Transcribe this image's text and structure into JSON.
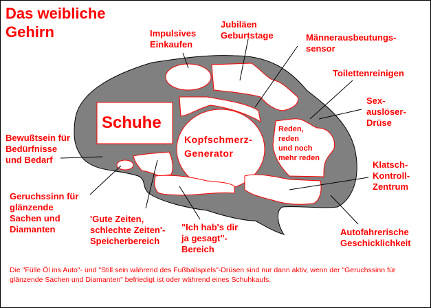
{
  "title": "Das weibliche\nGehirn",
  "regions": {
    "schuhe": "Schuhe",
    "kopfschmerz": "Kopfschmerz-\nGenerator",
    "reden": "Reden,\nreden\nund noch\nmehr reden"
  },
  "labels": {
    "impulsives_einkaufen": "Impulsives\nEinkaufen",
    "jubilaeen": "Jubiläen\nGeburtstage",
    "maennerausbeutung": "Männerausbeutungs-\nsensor",
    "toilettenreinigen": "Toilettenreinigen",
    "sexausloeser": "Sex-\nauslöser-\nDrüse",
    "bewusstsein": "Bewußtsein für\nBedürfnisse\nund Bedarf",
    "geruchssinn": "Geruchssinn für\nglänzende\nSachen und\nDiamanten",
    "gute_zeiten": "'Gute Zeiten,\nschlechte Zeiten'-\nSpeicherbereich",
    "ich_habs": "\"Ich hab's dir\nja gesagt\"-\nBereich",
    "klatsch": "Klatsch-\nKontroll-\nZentrum",
    "autofahrer": "Autofahrerische\nGeschicklichkeit"
  },
  "footnote": "Die \"Fülle Öl ins Auto\"- und \"Still sein während des Fußballspiels\"-Drüsen sind nur dann aktiv, wenn der \"Geruchssinn für glänzende Sachen und Diamanten\" befriedigt ist oder während eines Schuhkaufs.",
  "colors": {
    "text": "#ff0000",
    "brain": "#808080",
    "outline": "#ff0000",
    "region_fill": "#ffffff"
  }
}
